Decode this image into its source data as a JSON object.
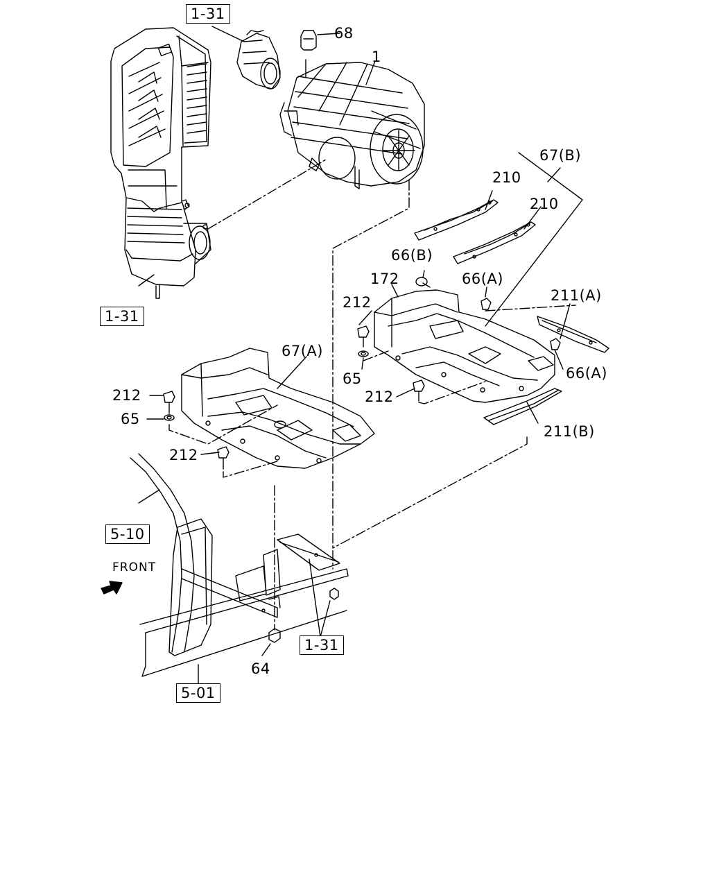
{
  "diagram": {
    "callouts": {
      "c1": "1",
      "c64": "64",
      "c65a": "65",
      "c65b": "65",
      "c66a1": "66(A)",
      "c66a2": "66(A)",
      "c66b": "66(B)",
      "c67a": "67(A)",
      "c67b": "67(B)",
      "c68": "68",
      "c172": "172",
      "c210a": "210",
      "c210b": "210",
      "c211a": "211(A)",
      "c211b": "211(B)",
      "c212a": "212",
      "c212b": "212",
      "c212c": "212",
      "c212d": "212"
    },
    "references": {
      "r131_top": "1-31",
      "r131_left": "1-31",
      "r131_bottom": "1-31",
      "r510": "5-10",
      "r501": "5-01"
    },
    "direction_label": "FRONT"
  }
}
